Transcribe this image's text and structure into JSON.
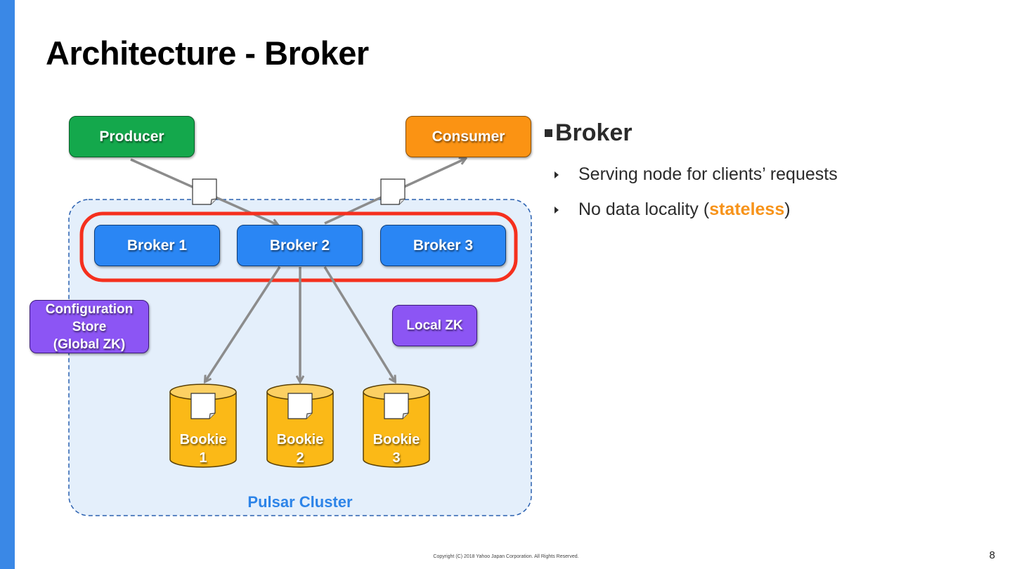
{
  "slide": {
    "title": "Architecture - Broker",
    "page_number": "8",
    "footer": "Copyright (C) 2018 Yahoo Japan Corporation. All Rights Reserved.",
    "accent_color": "#3a88e6"
  },
  "diagram": {
    "producer": "Producer",
    "consumer": "Consumer",
    "brokers": [
      "Broker 1",
      "Broker 2",
      "Broker 3"
    ],
    "config_store": [
      "Configuration",
      "Store",
      "(Global ZK)"
    ],
    "local_zk": "Local ZK",
    "bookies": [
      {
        "line1": "Bookie",
        "line2": "1"
      },
      {
        "line1": "Bookie",
        "line2": "2"
      },
      {
        "line1": "Bookie",
        "line2": "3"
      }
    ],
    "cluster_label": "Pulsar Cluster",
    "colors": {
      "producer": "#14a84c",
      "consumer": "#fb9313",
      "broker": "#2a86f4",
      "zk": "#8c55f4",
      "bookie": "#fbb917",
      "highlight": "#f5301e",
      "cluster_fill": "#e4effb",
      "cluster_border": "#2a60b0"
    }
  },
  "content": {
    "heading": "Broker",
    "bullets": [
      {
        "text": "Serving node for clients’ requests"
      },
      {
        "prefix": "No data locality (",
        "highlight": "stateless",
        "suffix": ")"
      }
    ],
    "highlight_color": "#f7931a"
  }
}
